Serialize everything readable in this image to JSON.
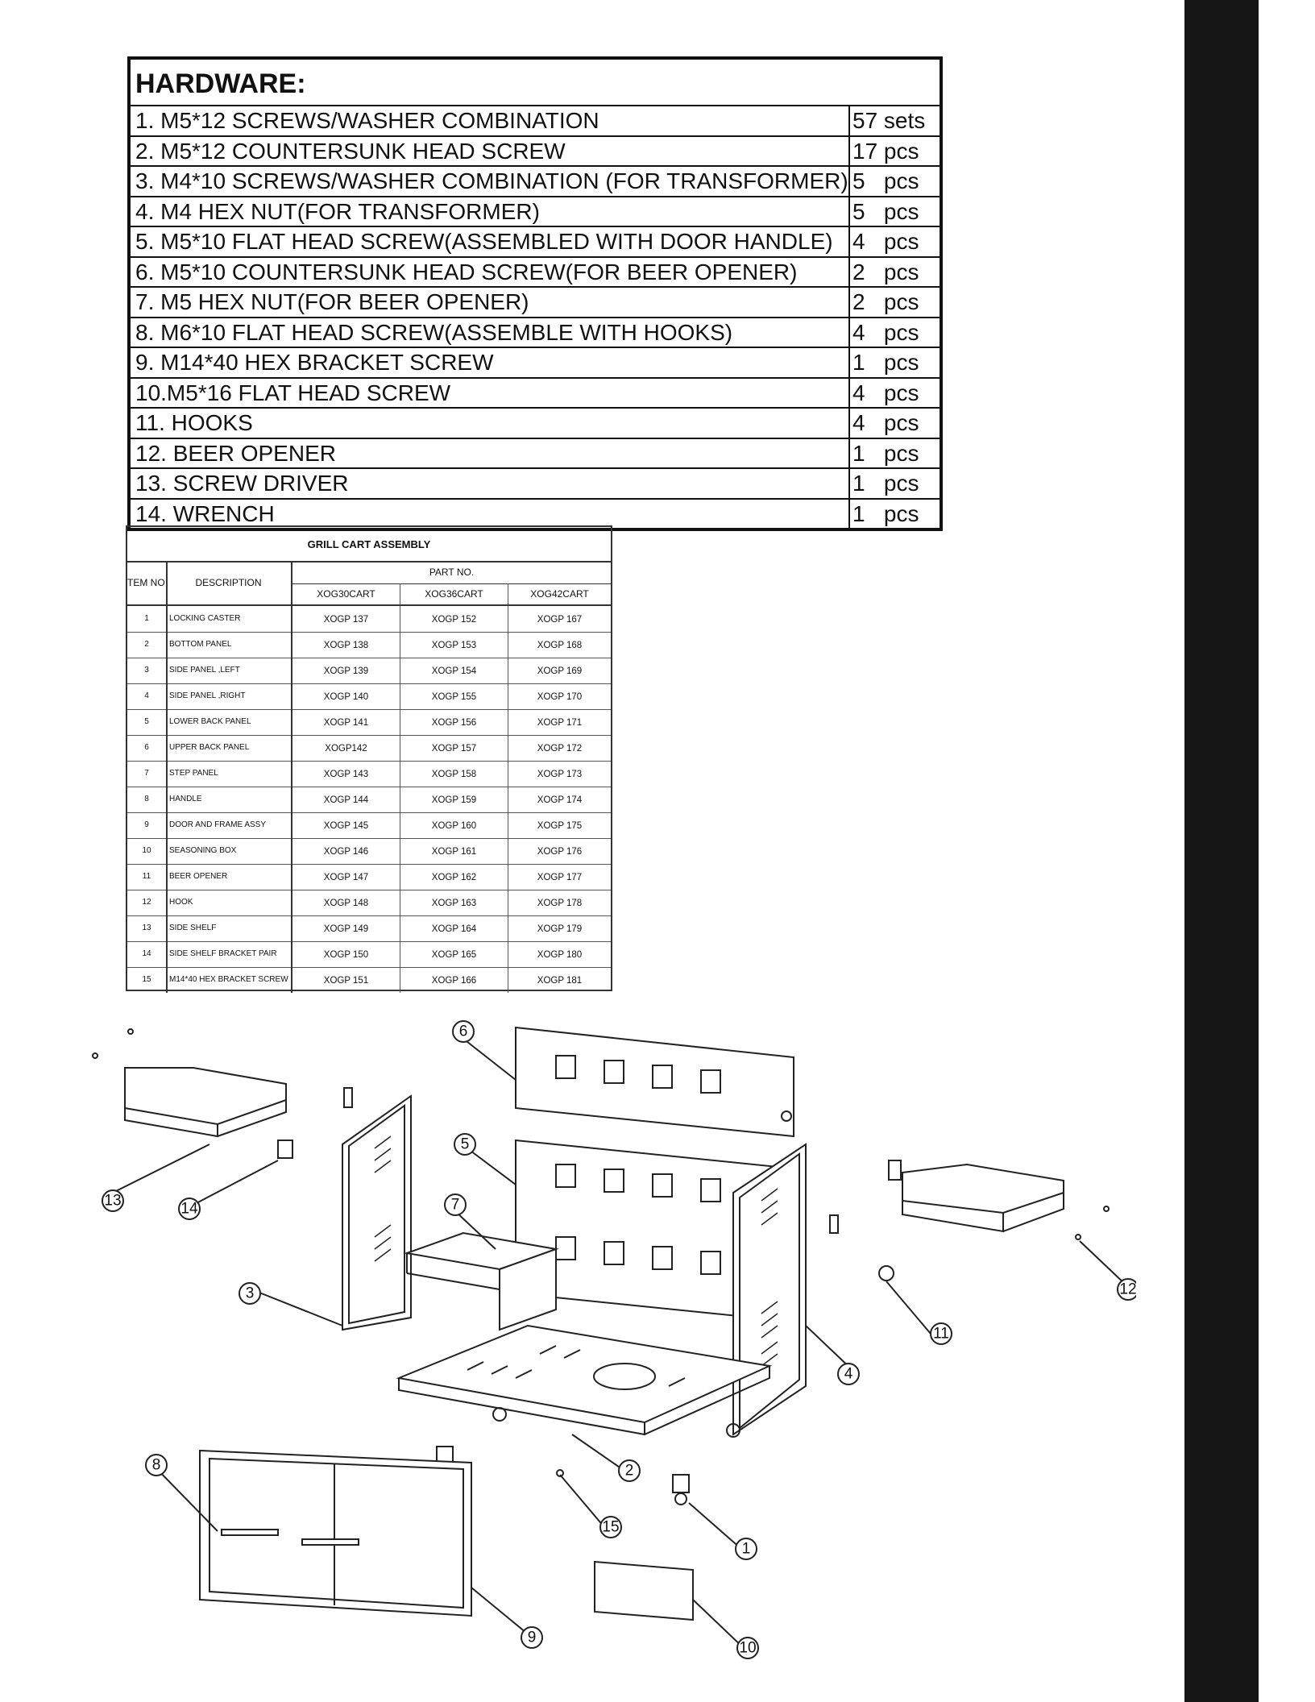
{
  "hardware": {
    "title": "HARDWARE:",
    "items": [
      {
        "desc": "1. M5*12 SCREWS/WASHER COMBINATION",
        "qty": "57 sets"
      },
      {
        "desc": "2. M5*12 COUNTERSUNK HEAD SCREW",
        "qty": "17 pcs"
      },
      {
        "desc": "3. M4*10 SCREWS/WASHER COMBINATION (FOR TRANSFORMER)",
        "qty": "5   pcs"
      },
      {
        "desc": "4. M4 HEX NUT(FOR TRANSFORMER)",
        "qty": "5   pcs"
      },
      {
        "desc": "5. M5*10 FLAT HEAD SCREW(ASSEMBLED WITH DOOR HANDLE)",
        "qty": "4   pcs"
      },
      {
        "desc": "6. M5*10 COUNTERSUNK HEAD SCREW(FOR BEER OPENER)",
        "qty": "2   pcs"
      },
      {
        "desc": "7. M5 HEX NUT(FOR BEER OPENER)",
        "qty": "2   pcs"
      },
      {
        "desc": "8. M6*10 FLAT HEAD SCREW(ASSEMBLE WITH HOOKS)",
        "qty": "4   pcs"
      },
      {
        "desc": "9. M14*40 HEX BRACKET SCREW",
        "qty": "1   pcs"
      },
      {
        "desc": "10.M5*16 FLAT HEAD SCREW",
        "qty": "4   pcs"
      },
      {
        "desc": "11. HOOKS",
        "qty": "4   pcs"
      },
      {
        "desc": "12. BEER OPENER",
        "qty": "1   pcs"
      },
      {
        "desc": "13. SCREW DRIVER",
        "qty": "1   pcs"
      },
      {
        "desc": "14. WRENCH",
        "qty": "1   pcs"
      }
    ]
  },
  "parts_table": {
    "title": "GRILL CART ASSEMBLY",
    "col_item": "TEM NO",
    "col_desc": "DESCRIPTION",
    "col_partno": "PART NO.",
    "models": [
      "XOG30CART",
      "XOG36CART",
      "XOG42CART"
    ],
    "rows": [
      {
        "no": "1",
        "desc": "LOCKING CASTER",
        "p1": "XOGP 137",
        "p2": "XOGP 152",
        "p3": "XOGP 167"
      },
      {
        "no": "2",
        "desc": "BOTTOM PANEL",
        "p1": "XOGP 138",
        "p2": "XOGP 153",
        "p3": "XOGP 168"
      },
      {
        "no": "3",
        "desc": "SIDE PANEL ,LEFT",
        "p1": "XOGP 139",
        "p2": "XOGP 154",
        "p3": "XOGP 169"
      },
      {
        "no": "4",
        "desc": "SIDE PANEL ,RIGHT",
        "p1": "XOGP 140",
        "p2": "XOGP 155",
        "p3": "XOGP 170"
      },
      {
        "no": "5",
        "desc": "LOWER BACK PANEL",
        "p1": "XOGP 141",
        "p2": "XOGP 156",
        "p3": "XOGP 171"
      },
      {
        "no": "6",
        "desc": "UPPER BACK PANEL",
        "p1": "XOGP142",
        "p2": "XOGP 157",
        "p3": "XOGP 172"
      },
      {
        "no": "7",
        "desc": "STEP PANEL",
        "p1": "XOGP 143",
        "p2": "XOGP 158",
        "p3": "XOGP 173"
      },
      {
        "no": "8",
        "desc": "HANDLE",
        "p1": "XOGP 144",
        "p2": "XOGP 159",
        "p3": "XOGP 174"
      },
      {
        "no": "9",
        "desc": "DOOR AND FRAME ASSY",
        "p1": "XOGP 145",
        "p2": "XOGP 160",
        "p3": "XOGP 175"
      },
      {
        "no": "10",
        "desc": "SEASONING BOX",
        "p1": "XOGP 146",
        "p2": "XOGP 161",
        "p3": "XOGP 176"
      },
      {
        "no": "11",
        "desc": "BEER OPENER",
        "p1": "XOGP 147",
        "p2": "XOGP 162",
        "p3": "XOGP 177"
      },
      {
        "no": "12",
        "desc": "HOOK",
        "p1": "XOGP 148",
        "p2": "XOGP 163",
        "p3": "XOGP 178"
      },
      {
        "no": "13",
        "desc": "SIDE SHELF",
        "p1": "XOGP 149",
        "p2": "XOGP 164",
        "p3": "XOGP 179"
      },
      {
        "no": "14",
        "desc": "SIDE SHELF BRACKET PAIR",
        "p1": "XOGP 150",
        "p2": "XOGP 165",
        "p3": "XOGP 180"
      },
      {
        "no": "15",
        "desc": "M14*40 HEX BRACKET SCREW",
        "p1": "XOGP 151",
        "p2": "XOGP 166",
        "p3": "XOGP 181"
      }
    ]
  },
  "diagram": {
    "callouts": [
      "1",
      "2",
      "3",
      "4",
      "5",
      "6",
      "7",
      "8",
      "9",
      "10",
      "11",
      "12",
      "13",
      "14",
      "15"
    ]
  }
}
